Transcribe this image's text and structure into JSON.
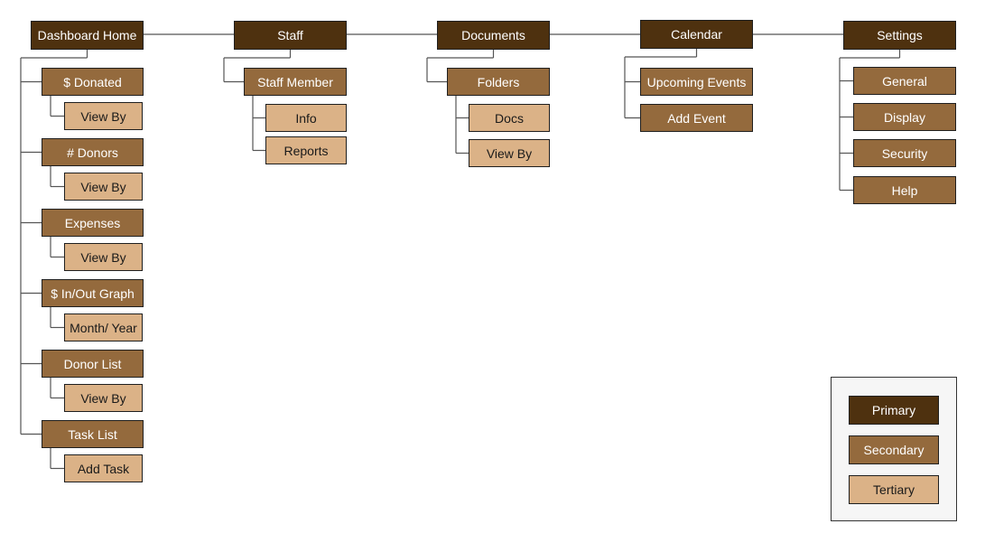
{
  "colors": {
    "primary": "#4e310f",
    "secondary": "#946a3d",
    "tertiary": "#dbb287",
    "connector": "#555555"
  },
  "columns": [
    {
      "id": "dashboard-home",
      "label": "Dashboard Home",
      "children": [
        {
          "label": "$ Donated",
          "children": [
            "View By"
          ]
        },
        {
          "label": "# Donors",
          "children": [
            "View By"
          ]
        },
        {
          "label": "Expenses",
          "children": [
            "View By"
          ]
        },
        {
          "label": "$ In/Out Graph",
          "children": [
            "Month/ Year"
          ]
        },
        {
          "label": "Donor List",
          "children": [
            "View By"
          ]
        },
        {
          "label": "Task List",
          "children": [
            "Add Task"
          ]
        }
      ]
    },
    {
      "id": "staff",
      "label": "Staff",
      "children": [
        {
          "label": "Staff Member",
          "children": [
            "Info",
            "Reports"
          ]
        }
      ]
    },
    {
      "id": "documents",
      "label": "Documents",
      "children": [
        {
          "label": "Folders",
          "children": [
            "Docs",
            "View By"
          ]
        }
      ]
    },
    {
      "id": "calendar",
      "label": "Calendar",
      "children": [
        {
          "label": "Upcoming Events",
          "children": []
        },
        {
          "label": "Add Event",
          "children": []
        }
      ]
    },
    {
      "id": "settings",
      "label": "Settings",
      "children": [
        {
          "label": "General",
          "children": []
        },
        {
          "label": "Display",
          "children": []
        },
        {
          "label": "Security",
          "children": []
        },
        {
          "label": "Help",
          "children": []
        }
      ]
    }
  ],
  "legend": [
    {
      "label": "Primary",
      "level": "primary"
    },
    {
      "label": "Secondary",
      "level": "secondary"
    },
    {
      "label": "Tertiary",
      "level": "tertiary"
    }
  ]
}
